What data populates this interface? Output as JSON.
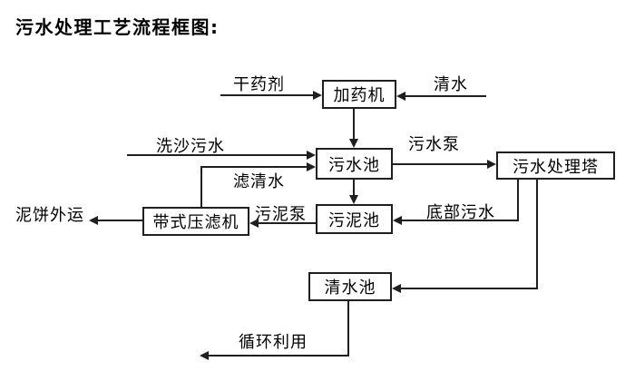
{
  "title": "污水处理工艺流程框图:",
  "nodes": {
    "dosing_machine": {
      "label": "加药机"
    },
    "sewage_pool": {
      "label": "污水池"
    },
    "treatment_tower": {
      "label": "污水处理塔"
    },
    "sludge_pool": {
      "label": "污泥池"
    },
    "belt_filter_press": {
      "label": "带式压滤机"
    },
    "clear_water_pool": {
      "label": "清水池"
    }
  },
  "flows": {
    "dry_agent": "干药剂",
    "clean_water": "清水",
    "sand_wash_sewage": "洗沙污水",
    "sewage_pump": "污水泵",
    "filtered_water": "滤清水",
    "mud_cake_out": "泥饼外运",
    "sludge_pump": "污泥泵",
    "bottom_sewage": "底部污水",
    "recycle_use": "循环利用"
  },
  "colors": {
    "line": "#1f1f1f",
    "text": "#000000",
    "background": "#ffffff"
  }
}
